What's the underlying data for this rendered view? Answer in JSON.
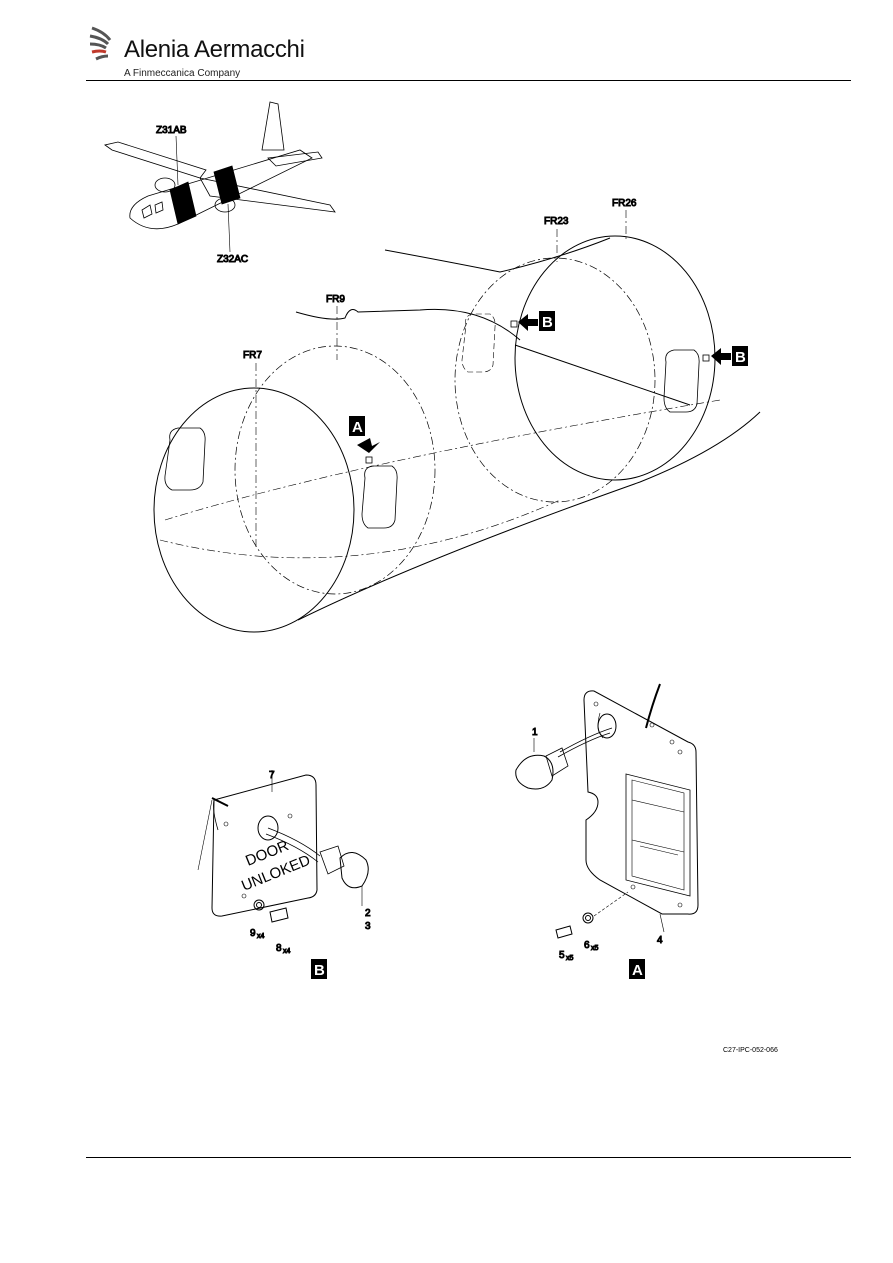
{
  "header": {
    "brand_name": "Alenia Aermacchi",
    "brand_sub": "A Finmeccanica Company"
  },
  "zones": {
    "left": "Z31AB",
    "right": "Z32AC"
  },
  "frames": {
    "fr7": "FR7",
    "fr9": "FR9",
    "fr23": "FR23",
    "fr26": "FR26"
  },
  "views": {
    "a": "A",
    "b": "B"
  },
  "detail_b": {
    "placard_line1": "DOOR",
    "placard_line2": "UNLOKED",
    "items": {
      "i7": "7",
      "i2": "2",
      "i3": "3",
      "i9": "9",
      "i9q": "x4",
      "i8": "8",
      "i8q": "x4"
    }
  },
  "detail_a": {
    "items": {
      "i1": "1",
      "i4": "4",
      "i5": "5",
      "i5q": "x5",
      "i6": "6",
      "i6q": "x5"
    }
  },
  "figure_ref": "C27-IPC-052-066",
  "colors": {
    "ink": "#000000",
    "logo_red": "#c0392b",
    "logo_grey": "#555555"
  }
}
